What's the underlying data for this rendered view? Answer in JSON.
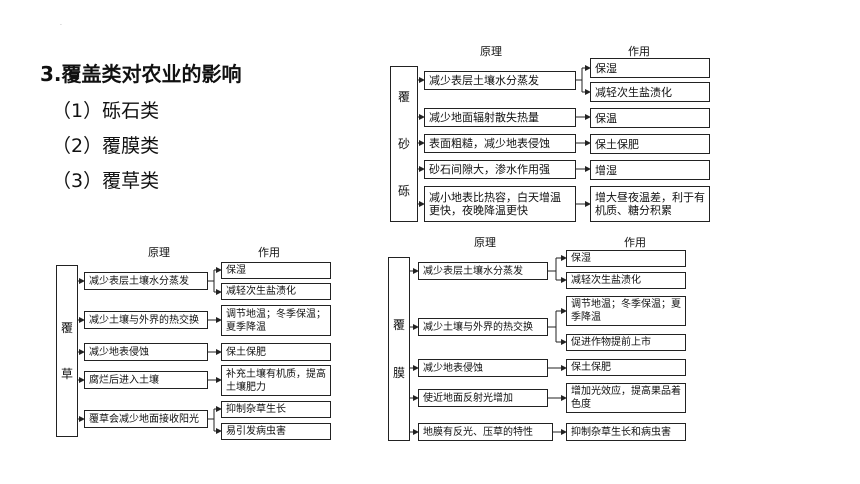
{
  "page": {
    "heading": "3.覆盖类对农业的影响",
    "items": [
      "（1）砾石类",
      "（2）覆膜类",
      "（3）覆草类"
    ],
    "dot": "·"
  },
  "gravel": {
    "header_principle": "原理",
    "header_effect": "作用",
    "side_chars": [
      "覆",
      "砂",
      "砾"
    ],
    "r1": "减少表层土壤水分蒸发",
    "e1a": "保湿",
    "e1b": "减轻次生盐渍化",
    "r2": "减少地面辐射散失热量",
    "e2": "保温",
    "r3": "表面粗糙，减少地表侵蚀",
    "e3": "保土保肥",
    "r4": "砂石间隙大，渗水作用强",
    "e4": "增湿",
    "r5": "减小地表比热容，白天增温更快，夜晚降温更快",
    "e5": "增大昼夜温差，利于有机质、糖分积累"
  },
  "straw": {
    "header_principle": "原理",
    "header_effect": "作用",
    "side_chars": [
      "覆",
      "草"
    ],
    "r1": "减少表层土壤水分蒸发",
    "e1a": "保湿",
    "e1b": "减轻次生盐渍化",
    "r2": "减少土壤与外界的热交换",
    "e2": "调节地温；冬季保温；夏季降温",
    "r3": "减少地表侵蚀",
    "e3": "保土保肥",
    "r4": "腐烂后进入土壤",
    "e4": "补充土壤有机质，提高土壤肥力",
    "r5": "覆草会减少地面接收阳光",
    "e5a": "抑制杂草生长",
    "e5b": "易引发病虫害"
  },
  "film": {
    "header_principle": "原理",
    "header_effect": "作用",
    "side_chars": [
      "覆",
      "膜"
    ],
    "r1": "减少表层土壤水分蒸发",
    "e1a": "保湿",
    "e1b": "减轻次生盐渍化",
    "r2": "减少土壤与外界的热交换",
    "e2a": "调节地温；冬季保温；夏季降温",
    "e2b": "促进作物提前上市",
    "r3": "减少地表侵蚀",
    "e3": "保土保肥",
    "r4": "使近地面反射光增加",
    "e4": "增加光效应，提高果品着色度",
    "r5": "地膜有反光、压草的特性",
    "e5": "抑制杂草生长和病虫害"
  }
}
